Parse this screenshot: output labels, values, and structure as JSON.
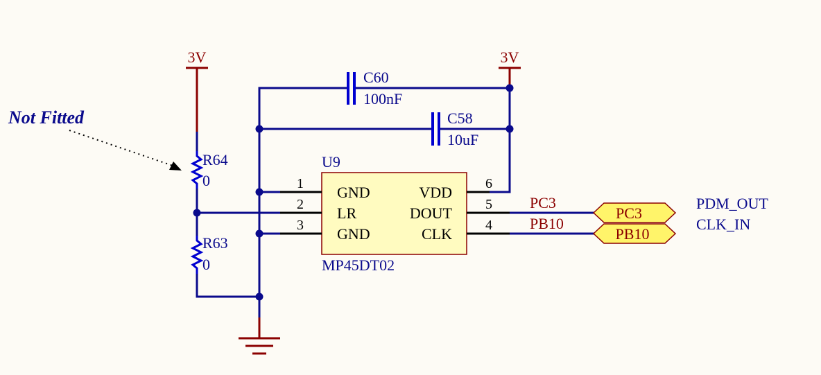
{
  "colors": {
    "wire": "#0a0a8c",
    "pin": "#000000",
    "power": "#8b0000",
    "component": "#0000d0",
    "chip_fill": "#fffbc0",
    "chip_stroke": "#8b0000",
    "port_fill": "#fff46a",
    "background": "#fdfbf5"
  },
  "power": {
    "left_label": "3V",
    "right_label": "3V"
  },
  "note": {
    "text": "Not Fitted"
  },
  "resistors": {
    "r64": {
      "ref": "R64",
      "value": "0"
    },
    "r63": {
      "ref": "R63",
      "value": "0"
    }
  },
  "capacitors": {
    "c60": {
      "ref": "C60",
      "value": "100nF"
    },
    "c58": {
      "ref": "C58",
      "value": "10uF"
    }
  },
  "chip": {
    "ref": "U9",
    "part": "MP45DT02",
    "pins": [
      {
        "num": "1",
        "name": "GND"
      },
      {
        "num": "2",
        "name": "LR"
      },
      {
        "num": "3",
        "name": "GND"
      },
      {
        "num": "6",
        "name": "VDD"
      },
      {
        "num": "5",
        "name": "DOUT"
      },
      {
        "num": "4",
        "name": "CLK"
      }
    ]
  },
  "nets": {
    "dout_net": "PC3",
    "clk_net": "PB10"
  },
  "ports": {
    "pc3": "PC3",
    "pb10": "PB10"
  },
  "descriptions": {
    "dout": "PDM_OUT",
    "clk": "CLK_IN"
  }
}
